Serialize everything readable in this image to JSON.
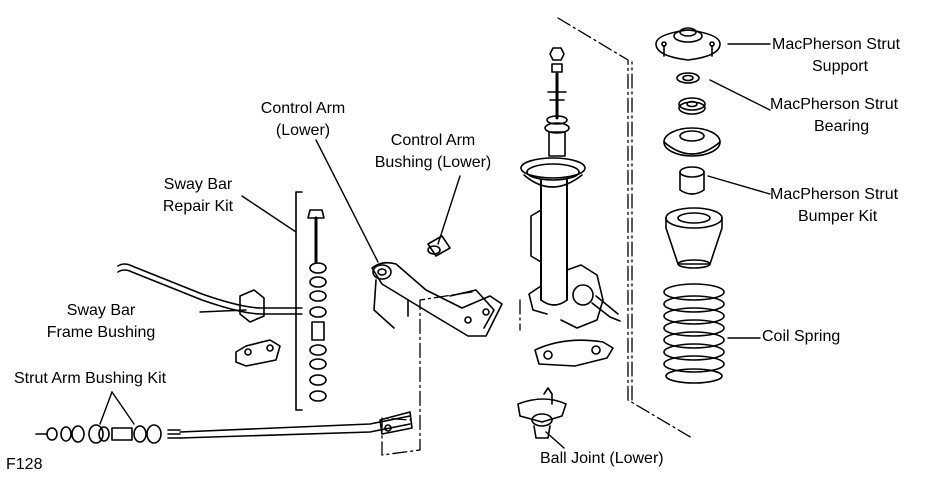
{
  "figure_code": "F128",
  "labels": {
    "strut_support": [
      "MacPherson Strut",
      "Support"
    ],
    "strut_bearing": [
      "MacPherson Strut",
      "Bearing"
    ],
    "strut_bumper": [
      "MacPherson Strut",
      "Bumper Kit"
    ],
    "coil_spring": "Coil Spring",
    "control_arm": [
      "Control Arm",
      "(Lower)"
    ],
    "control_arm_bushing": [
      "Control Arm",
      "Bushing (Lower)"
    ],
    "sway_bar_repair": [
      "Sway Bar",
      "Repair Kit"
    ],
    "sway_bar_frame": [
      "Sway Bar",
      "Frame Bushing"
    ],
    "strut_arm_bushing": "Strut Arm Bushing Kit",
    "ball_joint": "Ball Joint (Lower)"
  },
  "colors": {
    "line": "#000000",
    "background": "#ffffff"
  }
}
